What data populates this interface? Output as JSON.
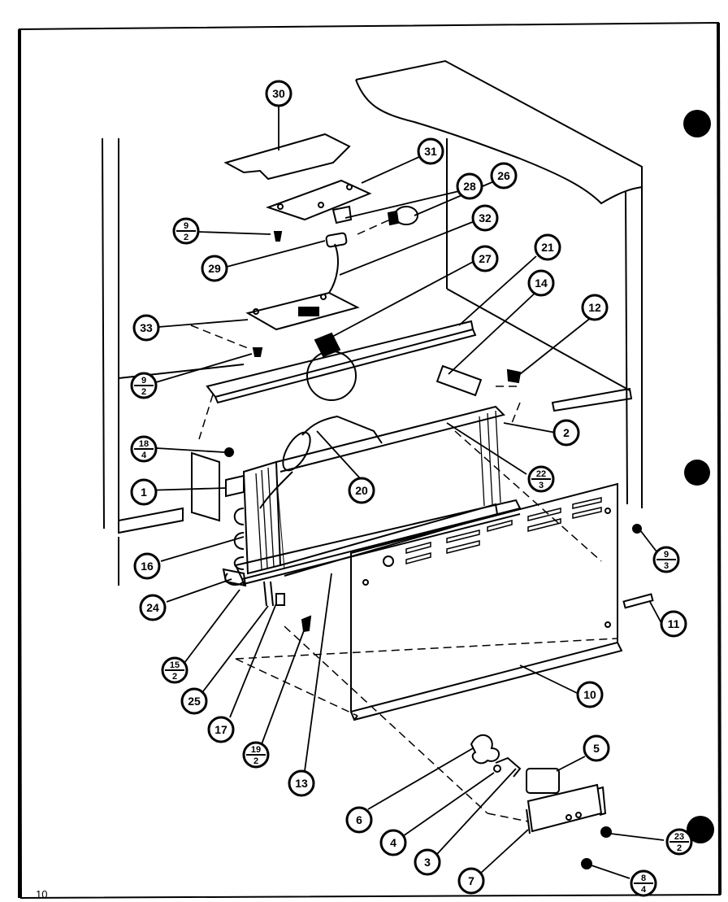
{
  "page_number": "10",
  "callouts": [
    {
      "id": "c30",
      "label": "30"
    },
    {
      "id": "c31",
      "label": "31"
    },
    {
      "id": "c28",
      "label": "28"
    },
    {
      "id": "c26",
      "label": "26"
    },
    {
      "id": "c9-2a",
      "num": "9",
      "den": "2"
    },
    {
      "id": "c32",
      "label": "32"
    },
    {
      "id": "c29",
      "label": "29"
    },
    {
      "id": "c21",
      "label": "21"
    },
    {
      "id": "c27",
      "label": "27"
    },
    {
      "id": "c14",
      "label": "14"
    },
    {
      "id": "c12",
      "label": "12"
    },
    {
      "id": "c33",
      "label": "33"
    },
    {
      "id": "c9-2b",
      "num": "9",
      "den": "2"
    },
    {
      "id": "c2",
      "label": "2"
    },
    {
      "id": "c18-4",
      "num": "18",
      "den": "4"
    },
    {
      "id": "c22-3",
      "num": "22",
      "den": "3"
    },
    {
      "id": "c1",
      "label": "1"
    },
    {
      "id": "c20",
      "label": "20"
    },
    {
      "id": "c9-3",
      "num": "9",
      "den": "3"
    },
    {
      "id": "c16",
      "label": "16"
    },
    {
      "id": "c24",
      "label": "24"
    },
    {
      "id": "c11",
      "label": "11"
    },
    {
      "id": "c15-2",
      "num": "15",
      "den": "2"
    },
    {
      "id": "c10",
      "label": "10"
    },
    {
      "id": "c25",
      "label": "25"
    },
    {
      "id": "c17",
      "label": "17"
    },
    {
      "id": "c19-2",
      "num": "19",
      "den": "2"
    },
    {
      "id": "c13",
      "label": "13"
    },
    {
      "id": "c5",
      "label": "5"
    },
    {
      "id": "c6",
      "label": "6"
    },
    {
      "id": "c4",
      "label": "4"
    },
    {
      "id": "c3",
      "label": "3"
    },
    {
      "id": "c23-2",
      "num": "23",
      "den": "2"
    },
    {
      "id": "c7",
      "label": "7"
    },
    {
      "id": "c8-4",
      "num": "8",
      "den": "4"
    }
  ]
}
